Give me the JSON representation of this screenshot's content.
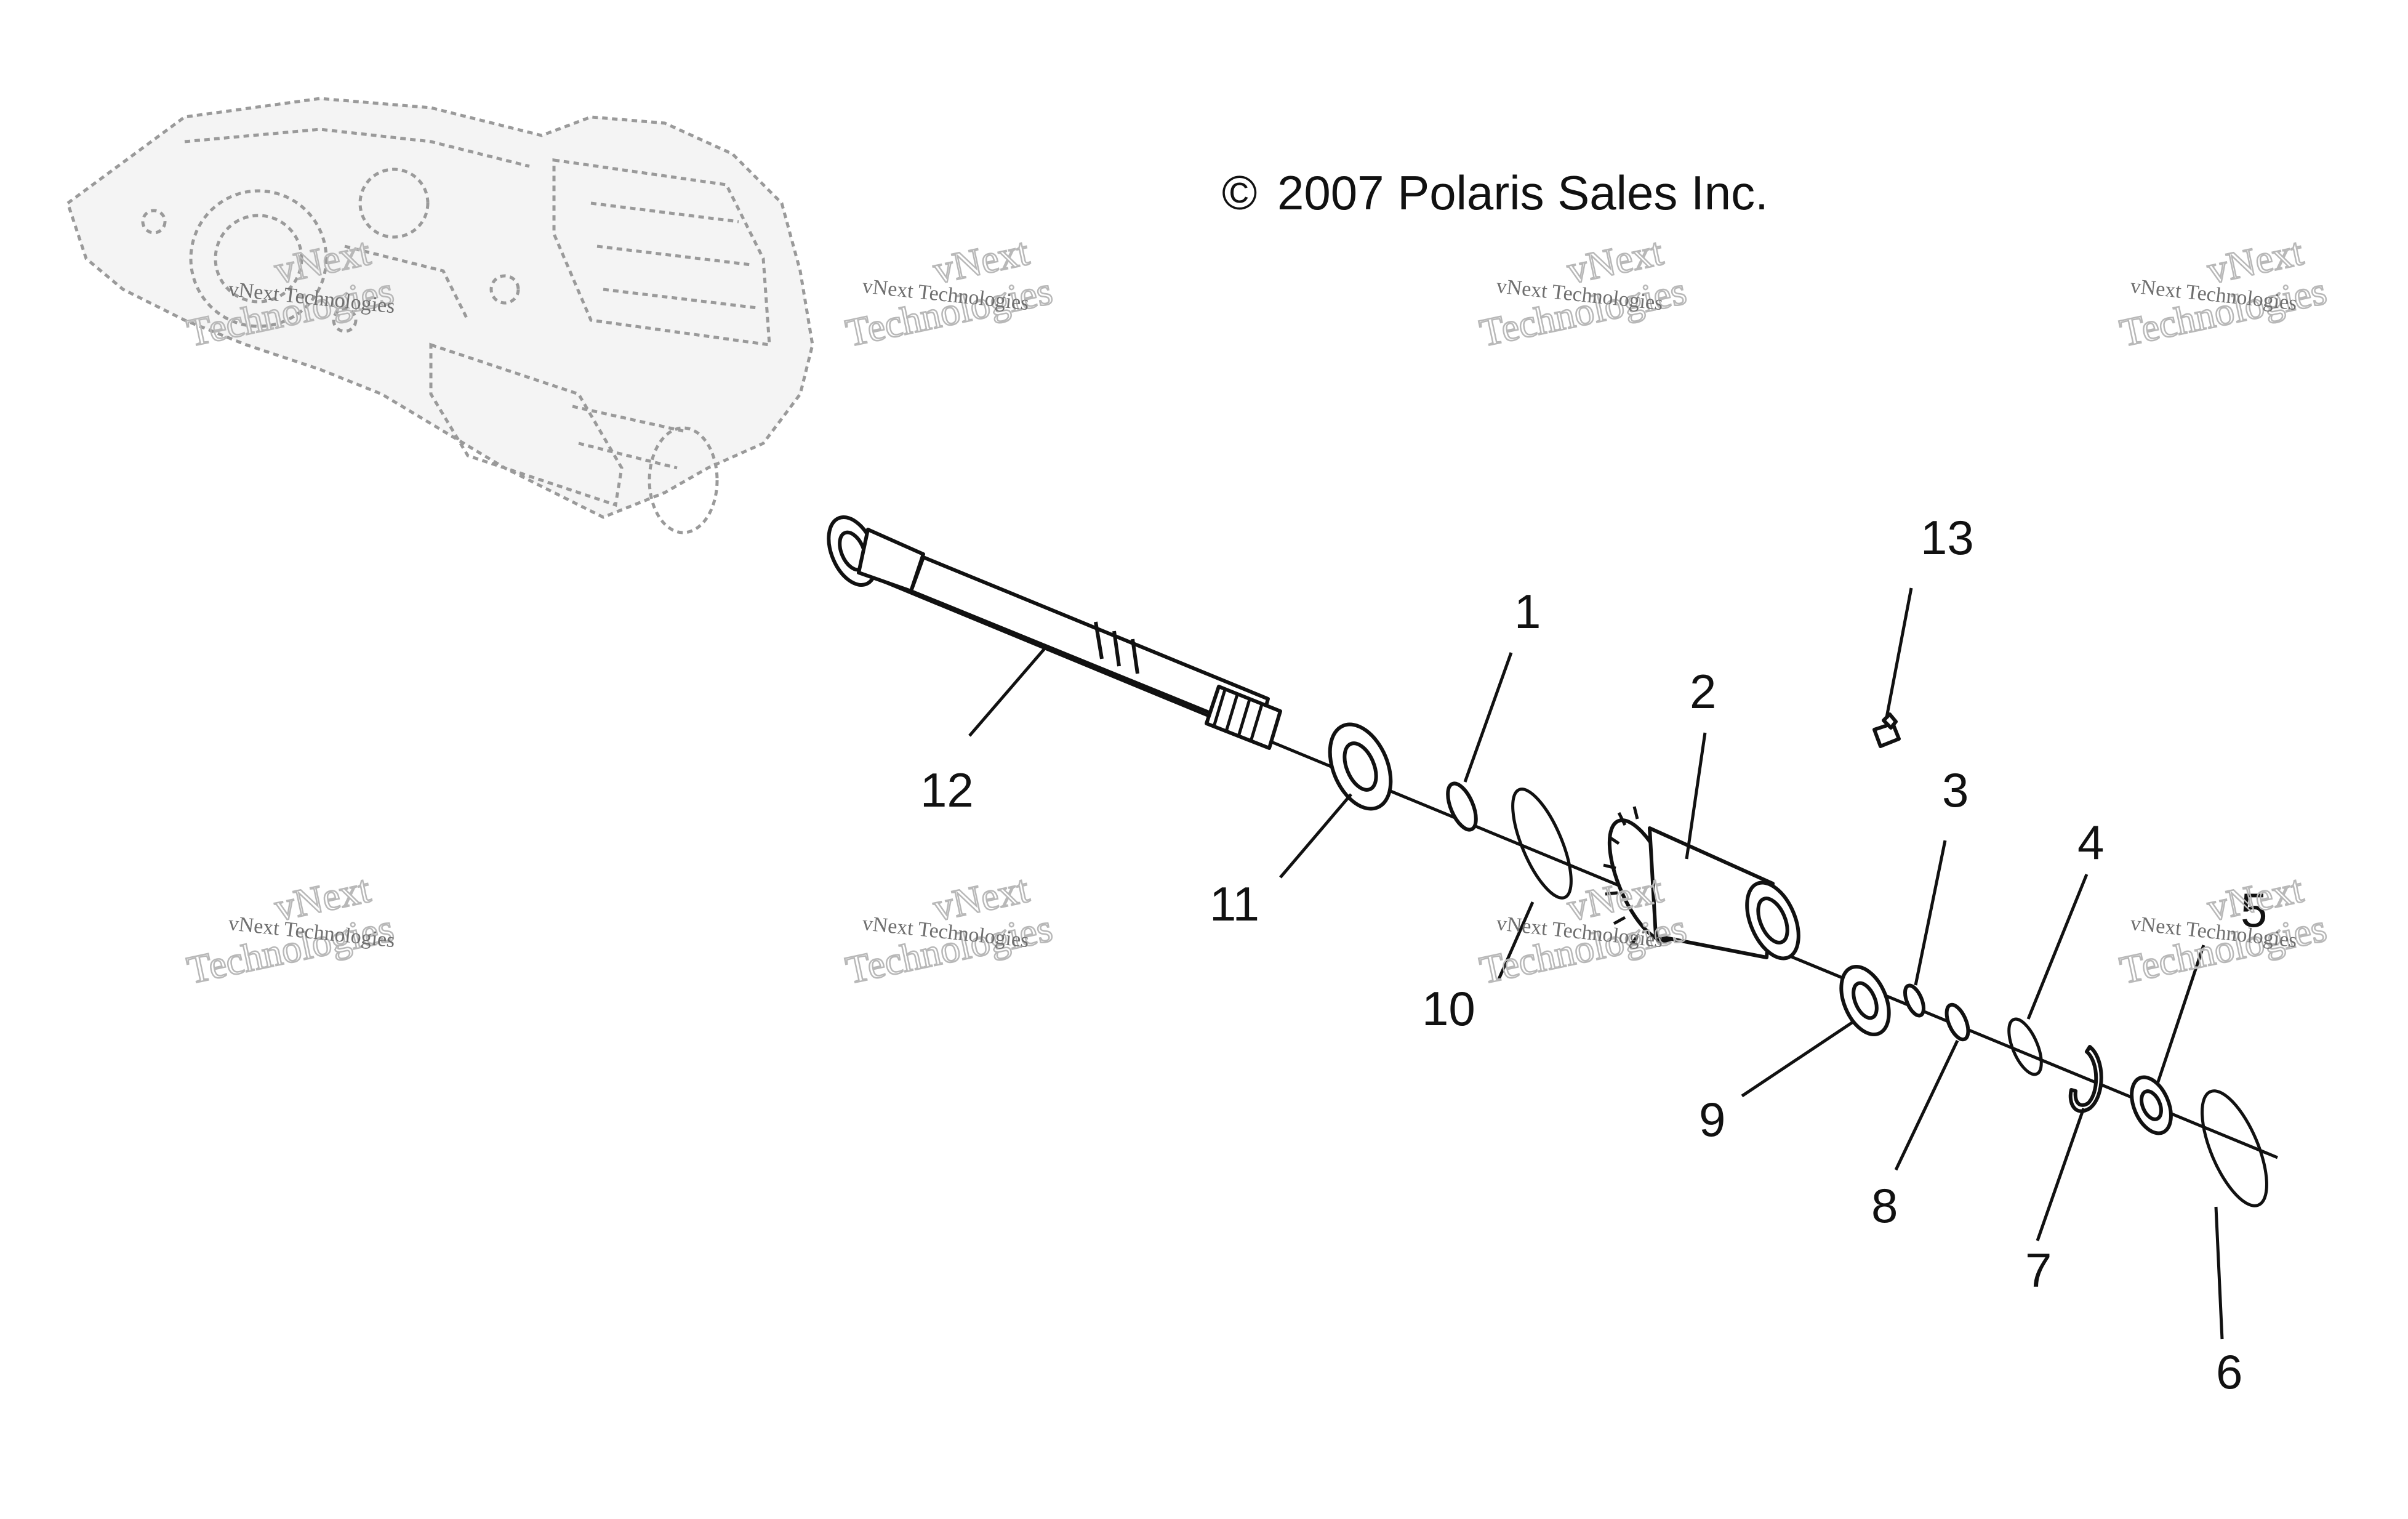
{
  "copyright": "2007 Polaris Sales Inc.",
  "copyright_symbol": "©",
  "watermark": {
    "company": "vNext Technologies",
    "line1": "vNext",
    "line2": "Technologies"
  },
  "callouts": [
    {
      "id": "1",
      "label": "1"
    },
    {
      "id": "2",
      "label": "2"
    },
    {
      "id": "3",
      "label": "3"
    },
    {
      "id": "4",
      "label": "4"
    },
    {
      "id": "5",
      "label": "5"
    },
    {
      "id": "6",
      "label": "6"
    },
    {
      "id": "7",
      "label": "7"
    },
    {
      "id": "8",
      "label": "8"
    },
    {
      "id": "9",
      "label": "9"
    },
    {
      "id": "10",
      "label": "10"
    },
    {
      "id": "11",
      "label": "11"
    },
    {
      "id": "12",
      "label": "12"
    },
    {
      "id": "13",
      "label": "13"
    }
  ],
  "colors": {
    "line": "#111111",
    "ghost": "#9a9a9a",
    "watermark": "#b8b8b8",
    "background": "#ffffff"
  }
}
